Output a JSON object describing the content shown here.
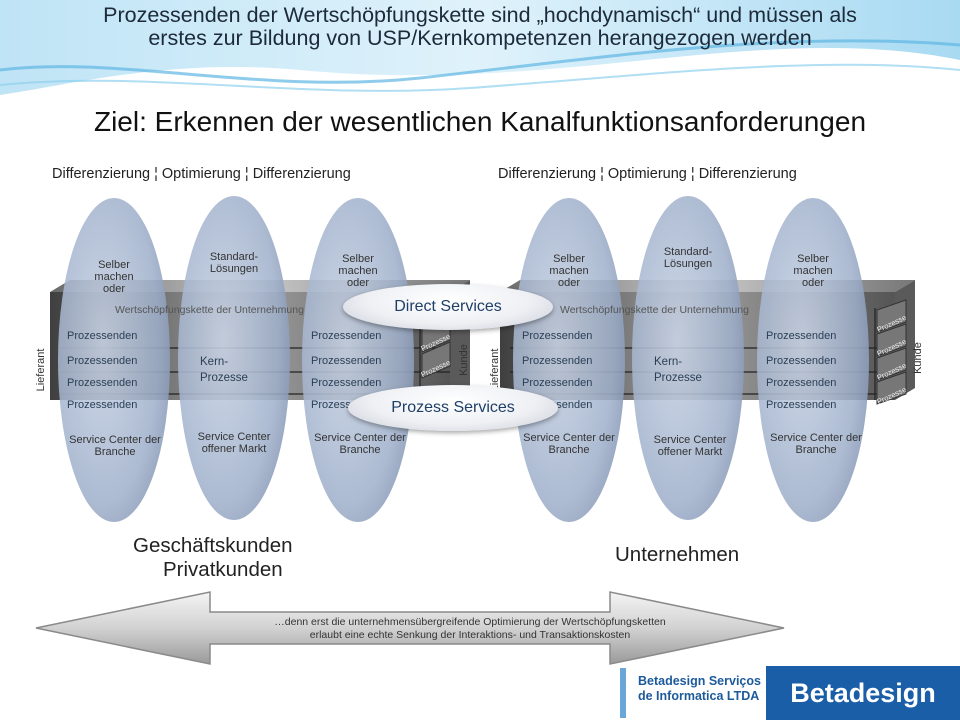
{
  "header": {
    "title_line1": "Prozessenden der Wertschöpfungskette sind „hochdynamisch“ und müssen als",
    "title_line2": "erstes zur Bildung von USP/Kernkompetenzen herangezogen werden"
  },
  "goal": "Ziel: Erkennen der wesentlichen Kanalfunktionsanforderungen",
  "left_group": {
    "diff_label": "Differenzierung ¦ Optimierung ¦ Differenzierung",
    "chain_label": "Wertschöpfungskette der Unternehmung",
    "lieferant": "Lieferant",
    "kunde": "Kunde",
    "caption_line1": "Geschäftskunden",
    "caption_line2": "Privatkunden"
  },
  "right_group": {
    "diff_label": "Differenzierung ¦ Optimierung ¦ Differenzierung",
    "chain_label": "Wertschöpfungskette der Unternehmung",
    "lieferant": "Lieferant",
    "kunde": "Kunde",
    "caption": "Unternehmen"
  },
  "ellipse_labels": {
    "selber_top": "Selber machen oder",
    "standard_top": "Standard-\nLösungen",
    "kern": "Kern-\nProzesse",
    "service_branche": "Service Center der Branche",
    "service_markt": "Service Center offener Markt"
  },
  "process_label": "Prozessenden",
  "prozesse_label": "Prozesse",
  "pills": {
    "direct": "Direct Services",
    "prozess": "Prozess Services"
  },
  "arrow_text": {
    "line1": "…denn erst die unternehmensübergreifende Optimierung der Wertschöpfungsketten",
    "line2": "erlaubt eine echte Senkung der Interaktions- und Transaktionskosten"
  },
  "logo": {
    "sub_line1": "Betadesign Serviços",
    "sub_line2": "de Informatica LTDA",
    "brand": "Betadesign"
  },
  "colors": {
    "ellipse": "#a9b7cf",
    "band_dark": "#4d4d4d",
    "band_light": "#9a9a9a",
    "brand_blue": "#1a5ea8",
    "wave": "#7fc4e8"
  }
}
